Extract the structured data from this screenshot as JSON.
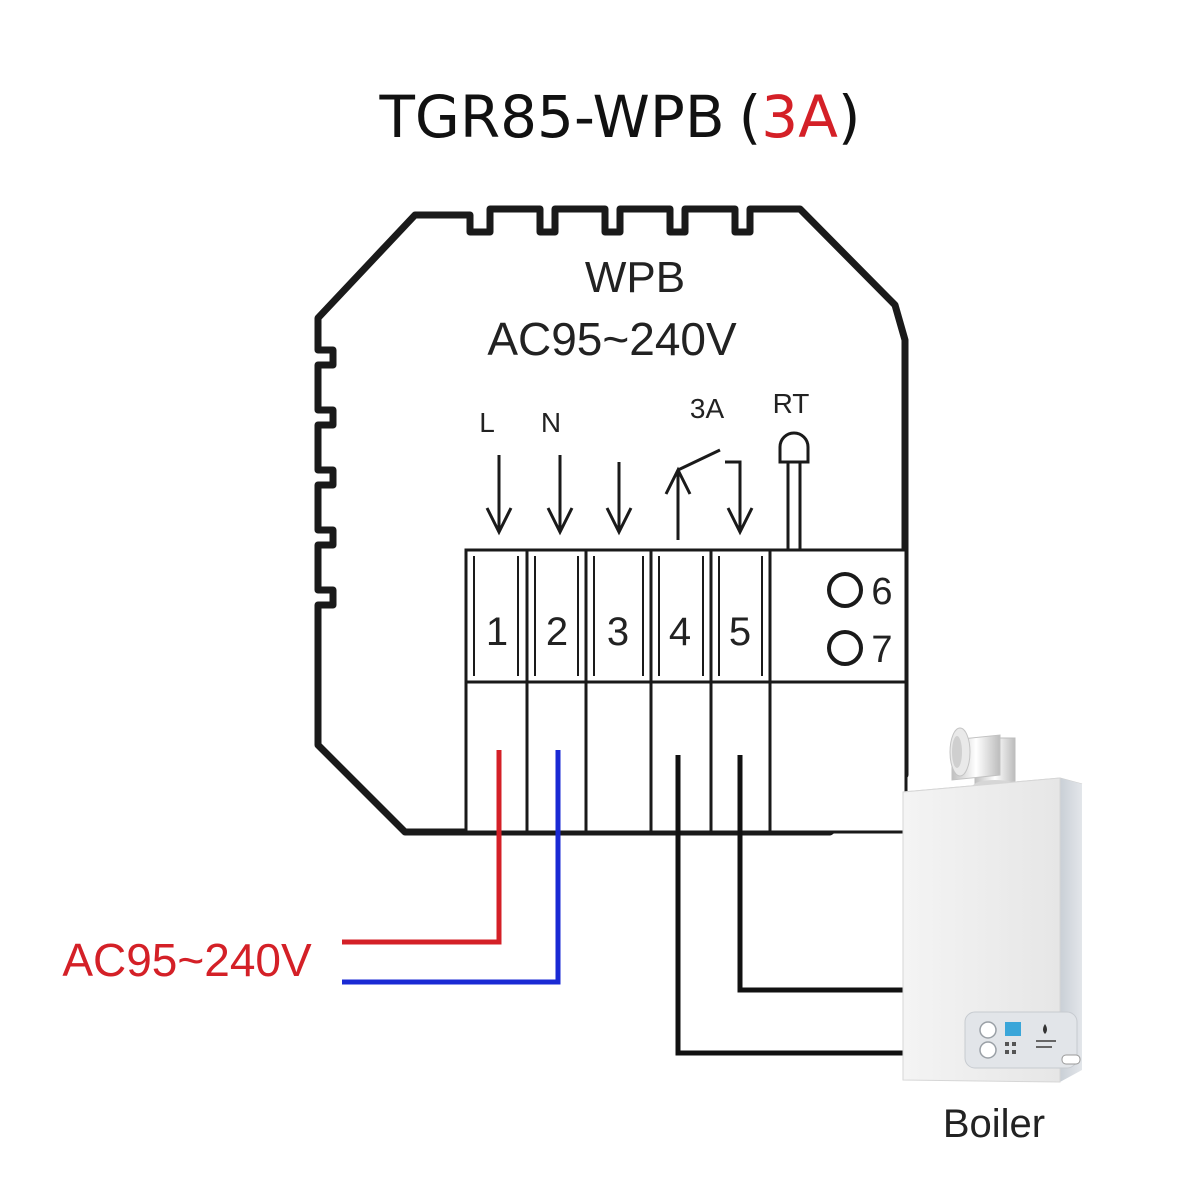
{
  "title": {
    "model": "TGR85-WPB",
    "open_paren": "(",
    "rating": "3A",
    "close_paren": ")"
  },
  "device": {
    "model_label": "WPB",
    "voltage_label": "AC95~240V",
    "terminal_labels": {
      "l": "L",
      "n": "N",
      "relay_rating": "3A",
      "rt": "RT"
    },
    "terminals": [
      "1",
      "2",
      "3",
      "4",
      "5"
    ],
    "sensor_terminals": [
      "6",
      "7"
    ]
  },
  "supply_label": "AC95~240V",
  "boiler": {
    "label": "Boiler"
  },
  "colors": {
    "live_wire": "#d42027",
    "neutral_wire": "#1a2ad4",
    "boiler_wire": "#111111",
    "title_text": "#111111",
    "rating_text": "#d42027"
  }
}
